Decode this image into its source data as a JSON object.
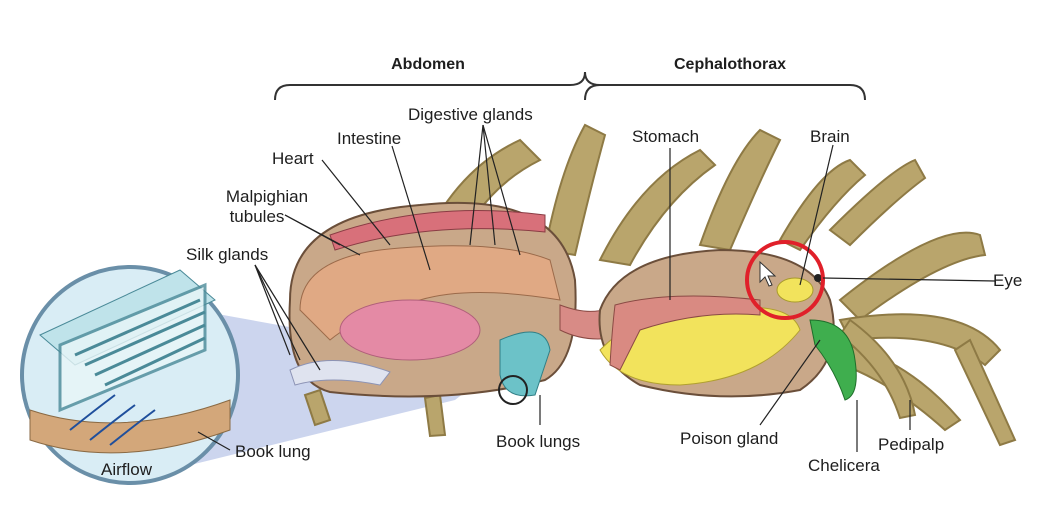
{
  "labels": {
    "abdomen": "Abdomen",
    "cephalothorax": "Cephalothorax",
    "digestive_glands": "Digestive glands",
    "intestine": "Intestine",
    "heart": "Heart",
    "malpighian_line1": "Malpighian",
    "malpighian_line2": "tubules",
    "silk_glands": "Silk glands",
    "stomach": "Stomach",
    "brain": "Brain",
    "eye": "Eye",
    "book_lung": "Book lung",
    "airflow": "Airflow",
    "book_lungs": "Book lungs",
    "poison_gland": "Poison gland",
    "pedipalp": "Pedipalp",
    "chelicera": "Chelicera"
  },
  "colors": {
    "leg": "#b9a56c",
    "body": "#c9a889",
    "heart": "#d8707a",
    "intestine": "#e0a984",
    "ovary": "#e48aa5",
    "yellow_gland": "#f2e35c",
    "poison_gland": "#3fae4e",
    "book_lung": "#6cc2c8",
    "highlight_circle": "#e0202a",
    "zoom_fill": "#bcc8e8"
  },
  "icons": {
    "highlight": "red-circle-annotation",
    "pointer": "mouse-cursor-icon"
  }
}
